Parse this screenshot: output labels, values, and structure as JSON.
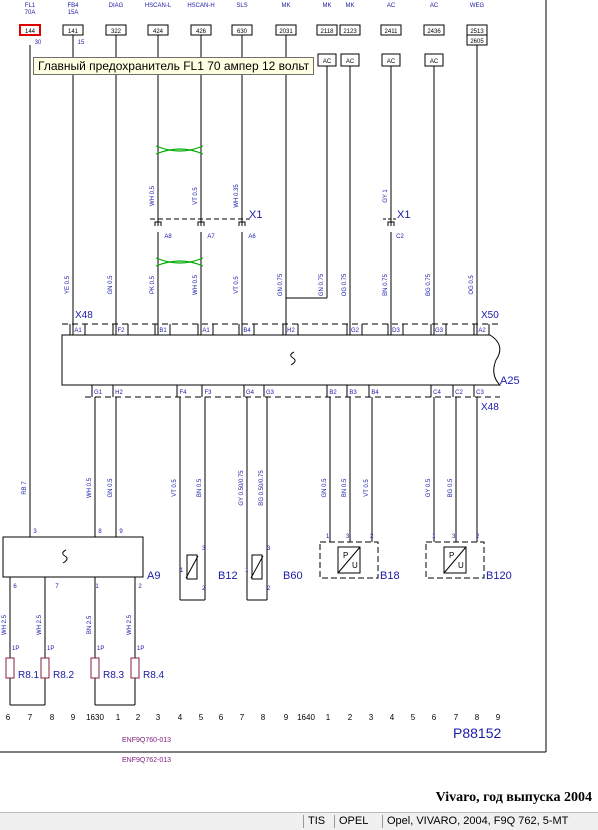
{
  "top_fuses": [
    {
      "name": "FL1",
      "rating": "70A",
      "terminal": "144",
      "pin": "30",
      "highlighted": true
    },
    {
      "name": "FB4",
      "rating": "15A",
      "terminal": "141",
      "pin": "15"
    },
    {
      "name": "DIAG",
      "terminal": "322"
    },
    {
      "name": "HSCAN-L",
      "terminal": "424"
    },
    {
      "name": "HSCAN-H",
      "terminal": "426"
    },
    {
      "name": "SLS",
      "terminal": "630"
    },
    {
      "name": "MK",
      "terminal": "2031"
    },
    {
      "name": "MK",
      "terminal": "2118"
    },
    {
      "name": "MK",
      "terminal": "2123"
    },
    {
      "name": "AC",
      "terminal": "2411"
    },
    {
      "name": "AC",
      "terminal": "2436"
    },
    {
      "name": "WEG",
      "terminal": "2513",
      "terminal2": "2605"
    }
  ],
  "ac_boxes": [
    "AC",
    "AC",
    "AC",
    "AC"
  ],
  "tooltip": "Главный предохранитель FL1 70 ампер 12 вольт",
  "x1_wires": [
    "WH 0.5",
    "VT 0.5",
    "WH 0.35"
  ],
  "x1_wire_right": "GY 1",
  "x1_pins": [
    "A8",
    "A7",
    "A6"
  ],
  "x1_pin_right": "C2",
  "x1_label": "X1",
  "upper_wires": [
    "YE 0.5",
    "GN 0.5",
    "PK 0.5",
    "WH 0.5",
    "VT 0.5",
    "GN 0.75",
    "GN 0.75",
    "OG 0.75",
    "BN 0.75",
    "BG 0.75",
    "OG 0.5"
  ],
  "x48_label": "X48",
  "x50_label": "X50",
  "a25_top_pins": [
    "A1",
    "F2",
    "B1",
    "A1",
    "B4",
    "H2",
    "G2",
    "D3",
    "G3",
    "A2"
  ],
  "a25_label": "A25",
  "a25_bottom_pins": [
    "G1",
    "H2",
    "F4",
    "F3",
    "G4",
    "G3",
    "B2",
    "B3",
    "B4",
    "C4",
    "C2",
    "C3"
  ],
  "x48b_label": "X48",
  "lower_wires": [
    "RB 7",
    "WH 0.5",
    "GN 0.5",
    "VT 0.5",
    "BN 0.5",
    "GY 0.50/0.75",
    "BG 0.50/0.75",
    "GN 0.5",
    "BN 0.5",
    "VT 0.5",
    "GY 0.5",
    "BG 0.5"
  ],
  "a9": {
    "label": "A9",
    "top_pins": [
      "3",
      "8",
      "9"
    ],
    "bottom_pins": [
      "6",
      "7",
      "1",
      "2"
    ]
  },
  "res_wires": [
    "WH 2.5",
    "WH 2.5",
    "BN 2.5",
    "WH 2.5"
  ],
  "resistors": [
    {
      "label": "R8.1",
      "pin": "1P"
    },
    {
      "label": "R8.2",
      "pin": "1P"
    },
    {
      "label": "R8.3",
      "pin": "1P"
    },
    {
      "label": "R8.4",
      "pin": "1P"
    }
  ],
  "sensors": [
    {
      "label": "B12",
      "pins": [
        "3",
        "1",
        "2"
      ]
    },
    {
      "label": "B60",
      "pins": [
        "3",
        "1",
        "2"
      ]
    },
    {
      "label": "B18",
      "pins": [
        "1",
        "3",
        "2"
      ]
    },
    {
      "label": "B120",
      "pins": [
        "1",
        "3",
        "2"
      ]
    }
  ],
  "bottom_scale": [
    "6",
    "7",
    "8",
    "9",
    "1630",
    "1",
    "2",
    "3",
    "4",
    "5",
    "6",
    "7",
    "8",
    "9",
    "1640",
    "1",
    "2",
    "3",
    "4",
    "5",
    "6",
    "7",
    "8",
    "9"
  ],
  "diagram_id": "P88152",
  "refs": [
    "ENF9Q760-013",
    "ENF9Q762-013"
  ],
  "footer_title": "Vivaro, год выпуска 2004",
  "status": [
    "TIS",
    "OPEL",
    "Opel, VIVARO, 2004, F9Q 762, 5-MT"
  ],
  "colors": {
    "line": "#000000",
    "label": "#1a1aa8",
    "highlight": "#e00000",
    "twist": "#00aa00",
    "ref": "#7a1a7a"
  }
}
